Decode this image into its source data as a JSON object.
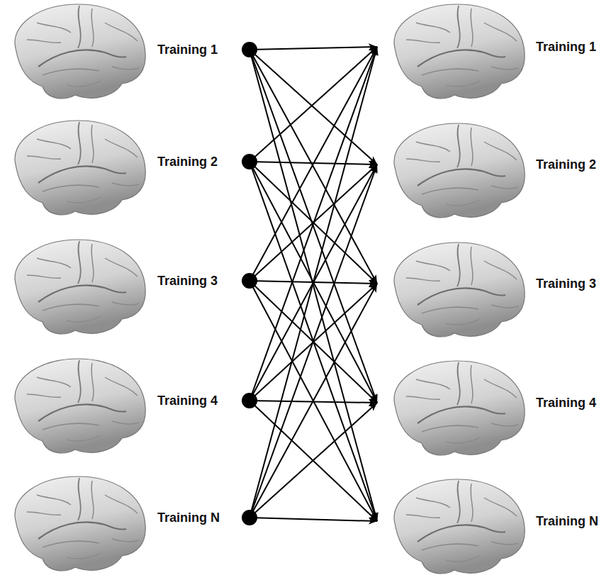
{
  "diagram": {
    "nodes": [
      {
        "text": [
          "Training 1"
        ]
      },
      {
        "text": [
          "Training 2"
        ]
      },
      {
        "text": [
          "Training 3"
        ]
      },
      {
        "text": [
          "Training 4"
        ]
      },
      {
        "text": [
          "Training N"
        ]
      },
      {
        "text": [
          "Training 1"
        ]
      },
      {
        "text": [
          "Training 2"
        ]
      },
      {
        "text": [
          "Training 3"
        ]
      },
      {
        "text": [
          "Training 4"
        ]
      },
      {
        "text": [
          "Training N"
        ]
      }
    ],
    "edges": [
      {
        "from": 0,
        "to": 5,
        "arrow": "to"
      },
      {
        "from": 0,
        "to": 6,
        "arrow": "to"
      },
      {
        "from": 0,
        "to": 7,
        "arrow": "to"
      },
      {
        "from": 0,
        "to": 8,
        "arrow": "to"
      },
      {
        "from": 0,
        "to": 9,
        "arrow": "to"
      },
      {
        "from": 1,
        "to": 5,
        "arrow": "to"
      },
      {
        "from": 1,
        "to": 6,
        "arrow": "to"
      },
      {
        "from": 1,
        "to": 7,
        "arrow": "to"
      },
      {
        "from": 1,
        "to": 8,
        "arrow": "to"
      },
      {
        "from": 1,
        "to": 9,
        "arrow": "to"
      },
      {
        "from": 2,
        "to": 5,
        "arrow": "to"
      },
      {
        "from": 2,
        "to": 6,
        "arrow": "to"
      },
      {
        "from": 2,
        "to": 7,
        "arrow": "to"
      },
      {
        "from": 2,
        "to": 8,
        "arrow": "to"
      },
      {
        "from": 2,
        "to": 9,
        "arrow": "to"
      },
      {
        "from": 3,
        "to": 5,
        "arrow": "to"
      },
      {
        "from": 3,
        "to": 6,
        "arrow": "to"
      },
      {
        "from": 3,
        "to": 7,
        "arrow": "to"
      },
      {
        "from": 3,
        "to": 8,
        "arrow": "to"
      },
      {
        "from": 3,
        "to": 9,
        "arrow": "to"
      },
      {
        "from": 4,
        "to": 5,
        "arrow": "to"
      },
      {
        "from": 4,
        "to": 6,
        "arrow": "to"
      },
      {
        "from": 4,
        "to": 7,
        "arrow": "to"
      },
      {
        "from": 4,
        "to": 8,
        "arrow": "to"
      },
      {
        "from": 4,
        "to": 9,
        "arrow": "to"
      }
    ]
  }
}
